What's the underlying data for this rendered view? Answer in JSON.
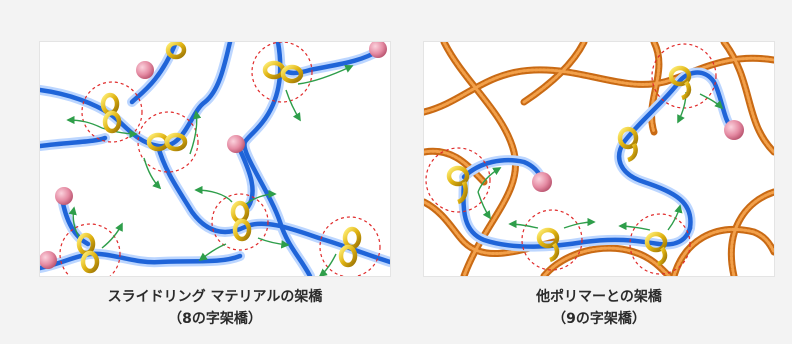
{
  "colors": {
    "slide_chain": "#1f64d8",
    "slide_chain_glow": "#bcd6ff",
    "polymer": "#d9781e",
    "polymer_light": "#f2a04a",
    "ring": "#e0b312",
    "ring_light": "#ffe46a",
    "end_cap": "#e58ba3",
    "arrow": "#2e9e4a",
    "crosslink_circle": "#e02a2a",
    "background": "#f3f3f3",
    "panel": "#ffffff",
    "caption_text": "#2b2b2b"
  },
  "left_figure": {
    "caption_line1": "スライドリング マテリアルの架橋",
    "caption_line2": "（8の字架橋）"
  },
  "right_figure": {
    "caption_line1": "他ポリマーとの架橋",
    "caption_line2": "（9の字架橋）"
  }
}
